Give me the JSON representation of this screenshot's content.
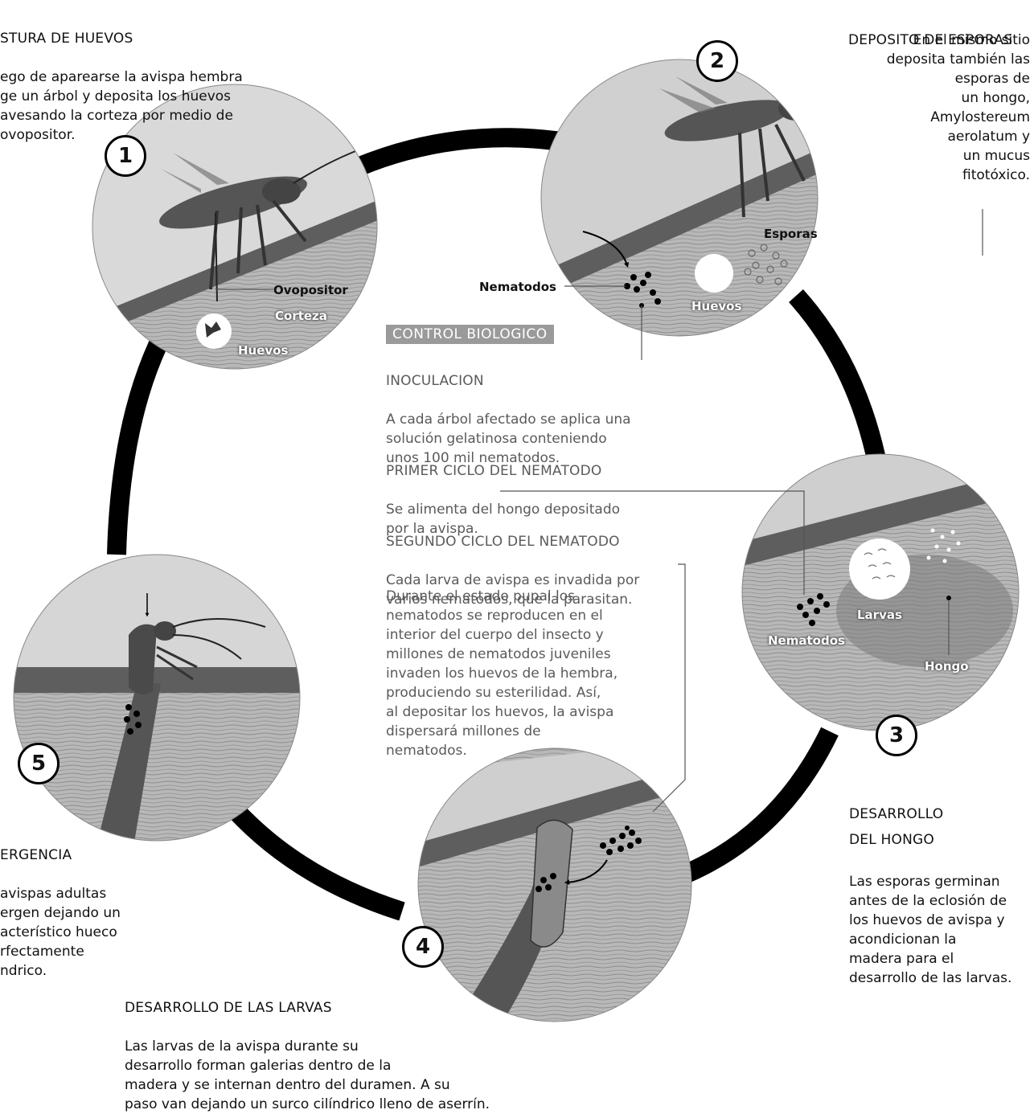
{
  "steps": {
    "s1": {
      "number": "1",
      "title": "STURA DE HUEVOS",
      "text": "ego de aparearse la avispa hembra\nge un árbol y deposita los huevos\navesando la corteza por medio de\novopositor."
    },
    "s2": {
      "number": "2",
      "title": "DEPOSITO DE ESPORAS",
      "text": "En el mismo sitio\ndeposita también las\nesporas de\nun hongo,\nAmylostereum\naerolatum y\nun mucus\nfitotóxico."
    },
    "s3": {
      "number": "3",
      "title": "DESARROLLO\nDEL HONGO",
      "text": "Las esporas germinan\nantes de la eclosión de\nlos huevos de avispa y\nacondicionan la\nmadera para el\ndesarrollo de las larvas."
    },
    "s4": {
      "number": "4",
      "title": "DESARROLLO DE LAS LARVAS",
      "text": "Las larvas de la avispa durante su\ndesarrollo forman galerias dentro de la\nmadera y se internan dentro del duramen. A su\npaso van dejando un surco cilíndrico lleno de aserrín."
    },
    "s5": {
      "number": "5",
      "title": "ERGENCIA",
      "text": "avispas adultas\nergen dejando un\nacterístico hueco\nrfectamente\nndrico."
    }
  },
  "labels": {
    "ovopositor": "Ovopositor",
    "corteza": "Corteza",
    "huevos": "Huevos",
    "nematodos": "Nematodos",
    "esporas": "Esporas",
    "larvas": "Larvas",
    "hongo": "Hongo"
  },
  "control": {
    "header": "CONTROL BIOLOGICO",
    "inoculacion_title": "INOCULACION",
    "inoculacion_text": "A cada árbol afectado se aplica una\nsolución gelatinosa conteniendo\nunos 100 mil nematodos.",
    "primer_title": "PRIMER CICLO DEL NEMATODO",
    "primer_text": "Se alimenta del hongo depositado\npor la avispa.",
    "segundo_title": "SEGUNDO CICLO DEL NEMATODO",
    "segundo_text": "Cada larva de avispa es invadida por\nvarios nematodos, que la parasitan.",
    "pupal_text": "Durante el estado pupal los\nnematodos se reproducen en el\ninterior del cuerpo del insecto y\nmillones de nematodos juveniles\ninvaden los huevos de la hembra,\nproduciendo su esterilidad. Así,\nal depositar los huevos, la avispa\ndispersará millones de\nnematodos."
  },
  "colors": {
    "arrow": "#000000",
    "circle_fill": "#c8c8c8",
    "wood": "#a9a9a9",
    "bark": "#5e5e5e"
  }
}
